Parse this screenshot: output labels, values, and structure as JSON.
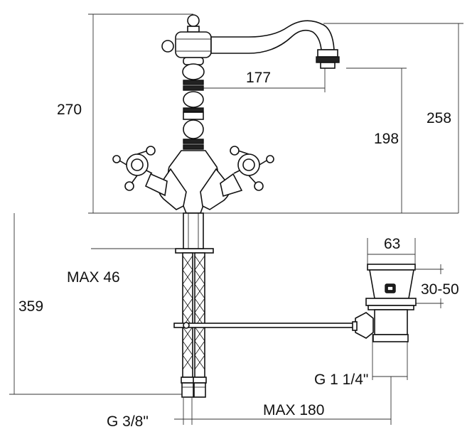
{
  "dimensions": {
    "height_overall": "270",
    "spout_reach": "177",
    "height_to_spout": "258",
    "spout_outlet_height": "198",
    "hose_length": "359",
    "max_deck_thickness": "MAX 46",
    "waste_width": "63",
    "waste_range": "30-50",
    "waste_thread": "G 1 1/4\"",
    "hose_thread": "G 3/8\"",
    "max_pull_rod": "MAX 180"
  }
}
